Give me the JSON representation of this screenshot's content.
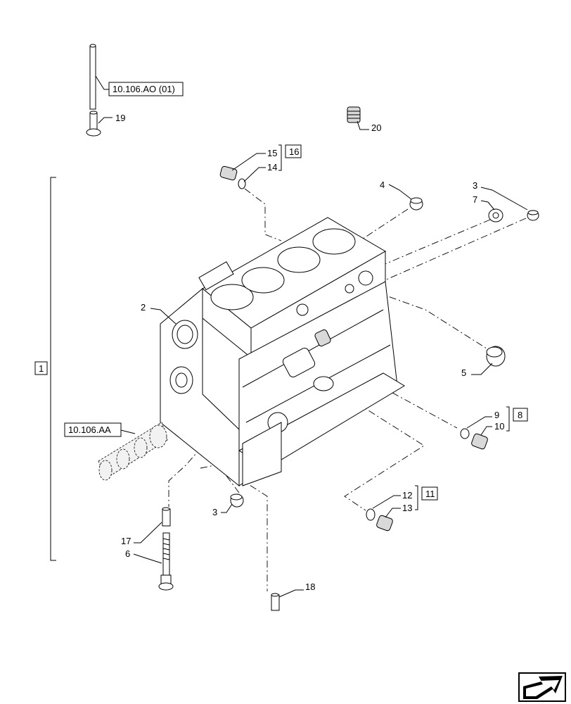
{
  "references": {
    "valve_ref": "10.106.AO (01)",
    "camshaft_ref": "10.106.AA"
  },
  "callouts": {
    "c1": "1",
    "c2": "2",
    "c3a": "3",
    "c3b": "3",
    "c4": "4",
    "c5": "5",
    "c6": "6",
    "c7": "7",
    "c9": "9",
    "c10": "10",
    "c12": "12",
    "c13": "13",
    "c14": "14",
    "c15": "15",
    "c17": "17",
    "c18": "18",
    "c19": "19",
    "c20": "20"
  },
  "kit_boxes": {
    "k8": "8",
    "k11": "11",
    "k16": "16"
  },
  "nav": {
    "icon": "next-page-arrow-icon"
  }
}
